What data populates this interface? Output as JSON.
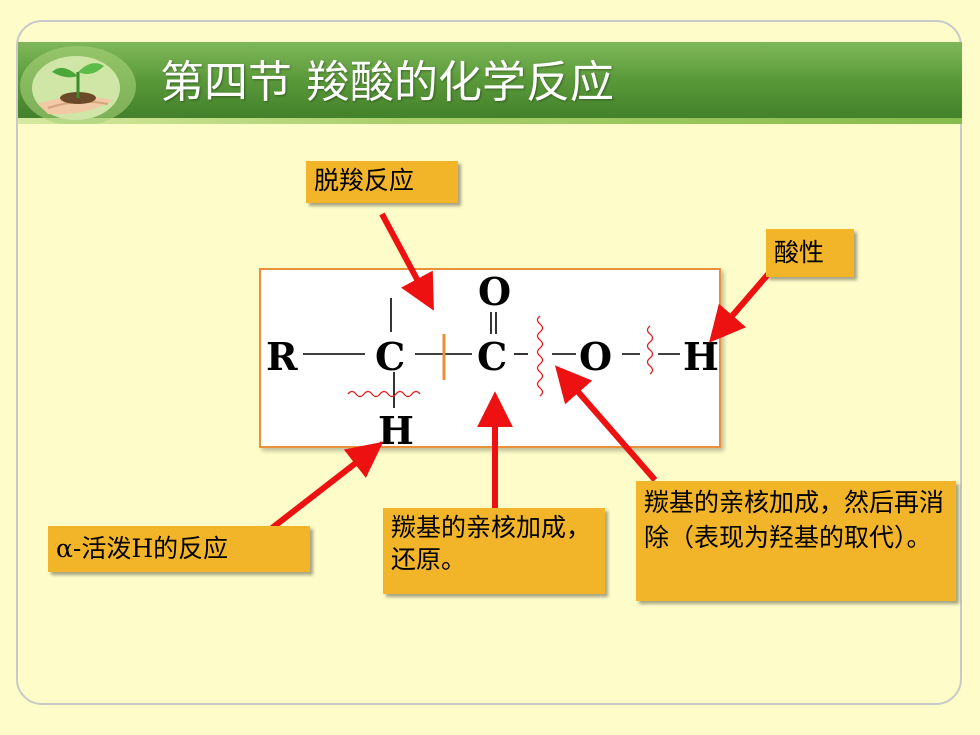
{
  "header": {
    "title": "第四节  羧酸的化学反应"
  },
  "structure": {
    "atom_r": "R",
    "atom_c_alpha": "C",
    "atom_c_carbonyl": "C",
    "atom_o_carbonyl": "O",
    "atom_o_hydroxyl": "O",
    "atom_h_acid": "H",
    "atom_h_alpha": "H"
  },
  "callouts": {
    "decarboxylation": "脱羧反应",
    "acidity": "酸性",
    "alpha_h": "α-活泼H的反应",
    "carbonyl_addition": "羰基的亲核加成，还原。",
    "substitution": "羰基的亲核加成，然后再消除（表现为羟基的取代）。"
  },
  "colors": {
    "header_green": "#5b9a3a",
    "background": "#fefcc8",
    "callout_fill": "#f2b52a",
    "arrow_red": "#ee1111",
    "bond_break_orange": "#e8913a"
  }
}
